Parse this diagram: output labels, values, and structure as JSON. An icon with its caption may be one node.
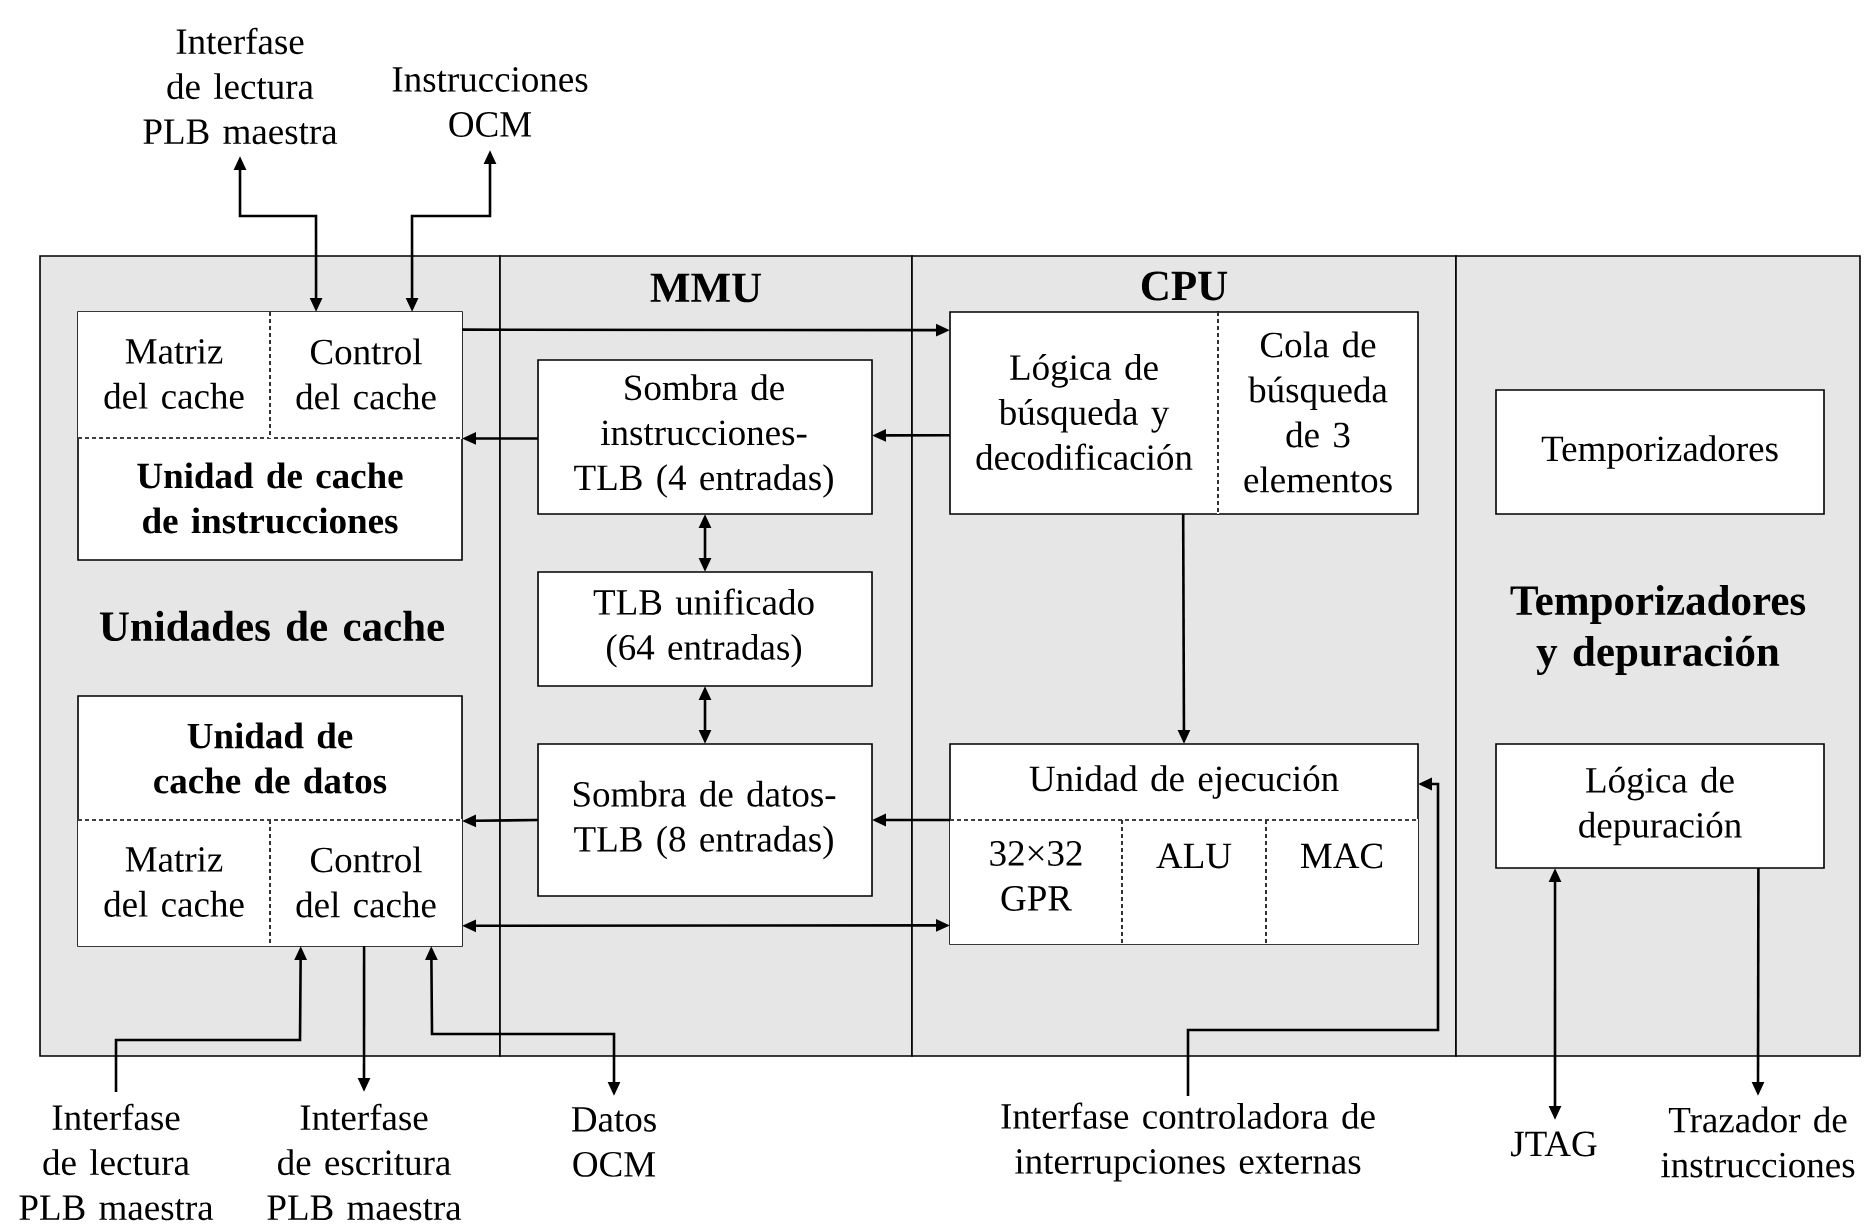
{
  "diagram": {
    "nodes": [
      {
        "text": [
          "Unidades de cache"
        ]
      },
      {
        "text": [
          "Unidad de cache de instrucciones"
        ],
        "in": 0
      },
      {
        "text": [
          "Matriz del cache"
        ],
        "in": 1
      },
      {
        "text": [
          "Control del cache"
        ],
        "in": 1
      },
      {
        "text": [
          "Unidad de cache de datos"
        ],
        "in": 0
      },
      {
        "text": [
          "Matriz del cache"
        ],
        "in": 4
      },
      {
        "text": [
          "Control del cache"
        ],
        "in": 4
      },
      {
        "text": [
          "MMU"
        ]
      },
      {
        "text": [
          "Sombra de instrucciones-TLB (4 entradas)"
        ],
        "in": 7
      },
      {
        "text": [
          "TLB unificado (64 entradas)"
        ],
        "in": 7
      },
      {
        "text": [
          "Sombra de datos-TLB (8 entradas)"
        ],
        "in": 7
      },
      {
        "text": [
          "CPU"
        ]
      },
      {
        "text": [
          "Lógica de búsqueda y decodificación"
        ],
        "in": 11
      },
      {
        "text": [
          "Cola de búsqueda de 3 elementos"
        ],
        "in": 11
      },
      {
        "text": [
          "Unidad de ejecución"
        ],
        "in": 11
      },
      {
        "text": [
          "32×32 GPR"
        ],
        "in": 14
      },
      {
        "text": [
          "ALU"
        ],
        "in": 14
      },
      {
        "text": [
          "MAC"
        ],
        "in": 14
      },
      {
        "text": [
          "Temporizadores y depuración"
        ]
      },
      {
        "text": [
          "Temporizadores"
        ],
        "in": 18
      },
      {
        "text": [
          "Lógica de depuración"
        ],
        "in": 18
      },
      {
        "text": [
          "Interfase de lectura PLB maestra"
        ]
      },
      {
        "text": [
          "Instrucciones OCM"
        ]
      },
      {
        "text": [
          "Interfase de lectura PLB maestra"
        ]
      },
      {
        "text": [
          "Interfase de escritura PLB maestra"
        ]
      },
      {
        "text": [
          "Datos OCM"
        ]
      },
      {
        "text": [
          "Interfase controladora de interrupciones externas"
        ]
      },
      {
        "text": [
          "JTAG"
        ]
      },
      {
        "text": [
          "Trazador de instrucciones"
        ]
      }
    ],
    "edges": [
      {
        "from": 3,
        "to": 21,
        "arrow": "both"
      },
      {
        "from": 3,
        "to": 22,
        "arrow": "both"
      },
      {
        "from": 3,
        "to": 12,
        "arrow": "to"
      },
      {
        "from": 12,
        "to": 8,
        "arrow": "to"
      },
      {
        "from": 8,
        "to": 1,
        "arrow": "to"
      },
      {
        "from": 8,
        "to": 9,
        "arrow": "both"
      },
      {
        "from": 9,
        "to": 10,
        "arrow": "both"
      },
      {
        "from": 12,
        "to": 14,
        "arrow": "to"
      },
      {
        "from": 14,
        "to": 10,
        "arrow": "to"
      },
      {
        "from": 10,
        "to": 4,
        "arrow": "to"
      },
      {
        "from": 6,
        "to": 15,
        "arrow": "both"
      },
      {
        "from": 26,
        "to": 14,
        "arrow": "to"
      },
      {
        "from": 23,
        "to": 6,
        "arrow": "to"
      },
      {
        "from": 6,
        "to": 24,
        "arrow": "to"
      },
      {
        "from": 25,
        "to": 6,
        "arrow": "both"
      },
      {
        "from": 27,
        "to": 20,
        "arrow": "both"
      },
      {
        "from": 20,
        "to": 28,
        "arrow": "to"
      }
    ]
  }
}
